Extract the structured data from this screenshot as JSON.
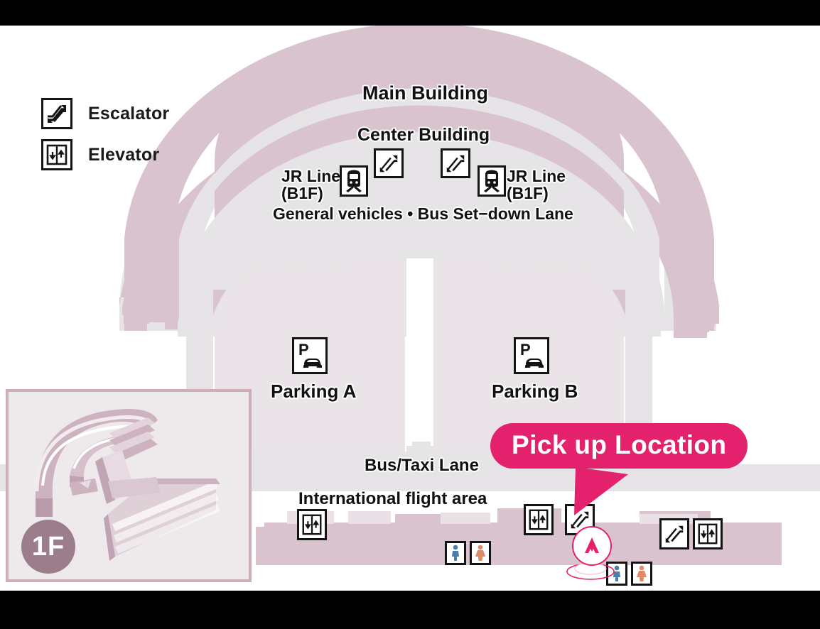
{
  "map": {
    "title": "Airport Terminal Floor Map 1F",
    "floor_badge": "1F",
    "colors": {
      "building_fill": "#d9c3ce",
      "road_grey": "#e6e4e6",
      "parking_fill": "#eae3e8",
      "accent_pink": "#e3216c",
      "inset_bg": "#eeeaec",
      "inset_border": "#cfaebb",
      "badge_mauve": "#9b7d8b",
      "restroom_male": "#4a7fa8",
      "restroom_female": "#e08a68"
    }
  },
  "legend": {
    "items": [
      {
        "icon": "escalator-icon",
        "label": "Escalator"
      },
      {
        "icon": "elevator-icon",
        "label": "Elevator"
      }
    ]
  },
  "labels": {
    "main_building": "Main Building",
    "center_building": "Center Building",
    "jr_line_left": "JR Line",
    "jr_line_left_floor": "(B1F)",
    "jr_line_right": "JR Line",
    "jr_line_right_floor": "(B1F)",
    "set_down_lane": "General vehicles • Bus Set−down Lane",
    "parking_a": "Parking A",
    "parking_b": "Parking B",
    "bus_taxi_lane": "Bus/Taxi Lane",
    "international_flight_area": "International flight area"
  },
  "callout": {
    "text": "Pick up Location",
    "pin_icon": "pickup-location-pin-icon"
  },
  "icons": {
    "escalator": "escalator-icon",
    "elevator": "elevator-icon",
    "train": "jr-train-icon",
    "parking": "parking-car-icon",
    "restroom_male": "restroom-male-icon",
    "restroom_female": "restroom-female-icon"
  }
}
